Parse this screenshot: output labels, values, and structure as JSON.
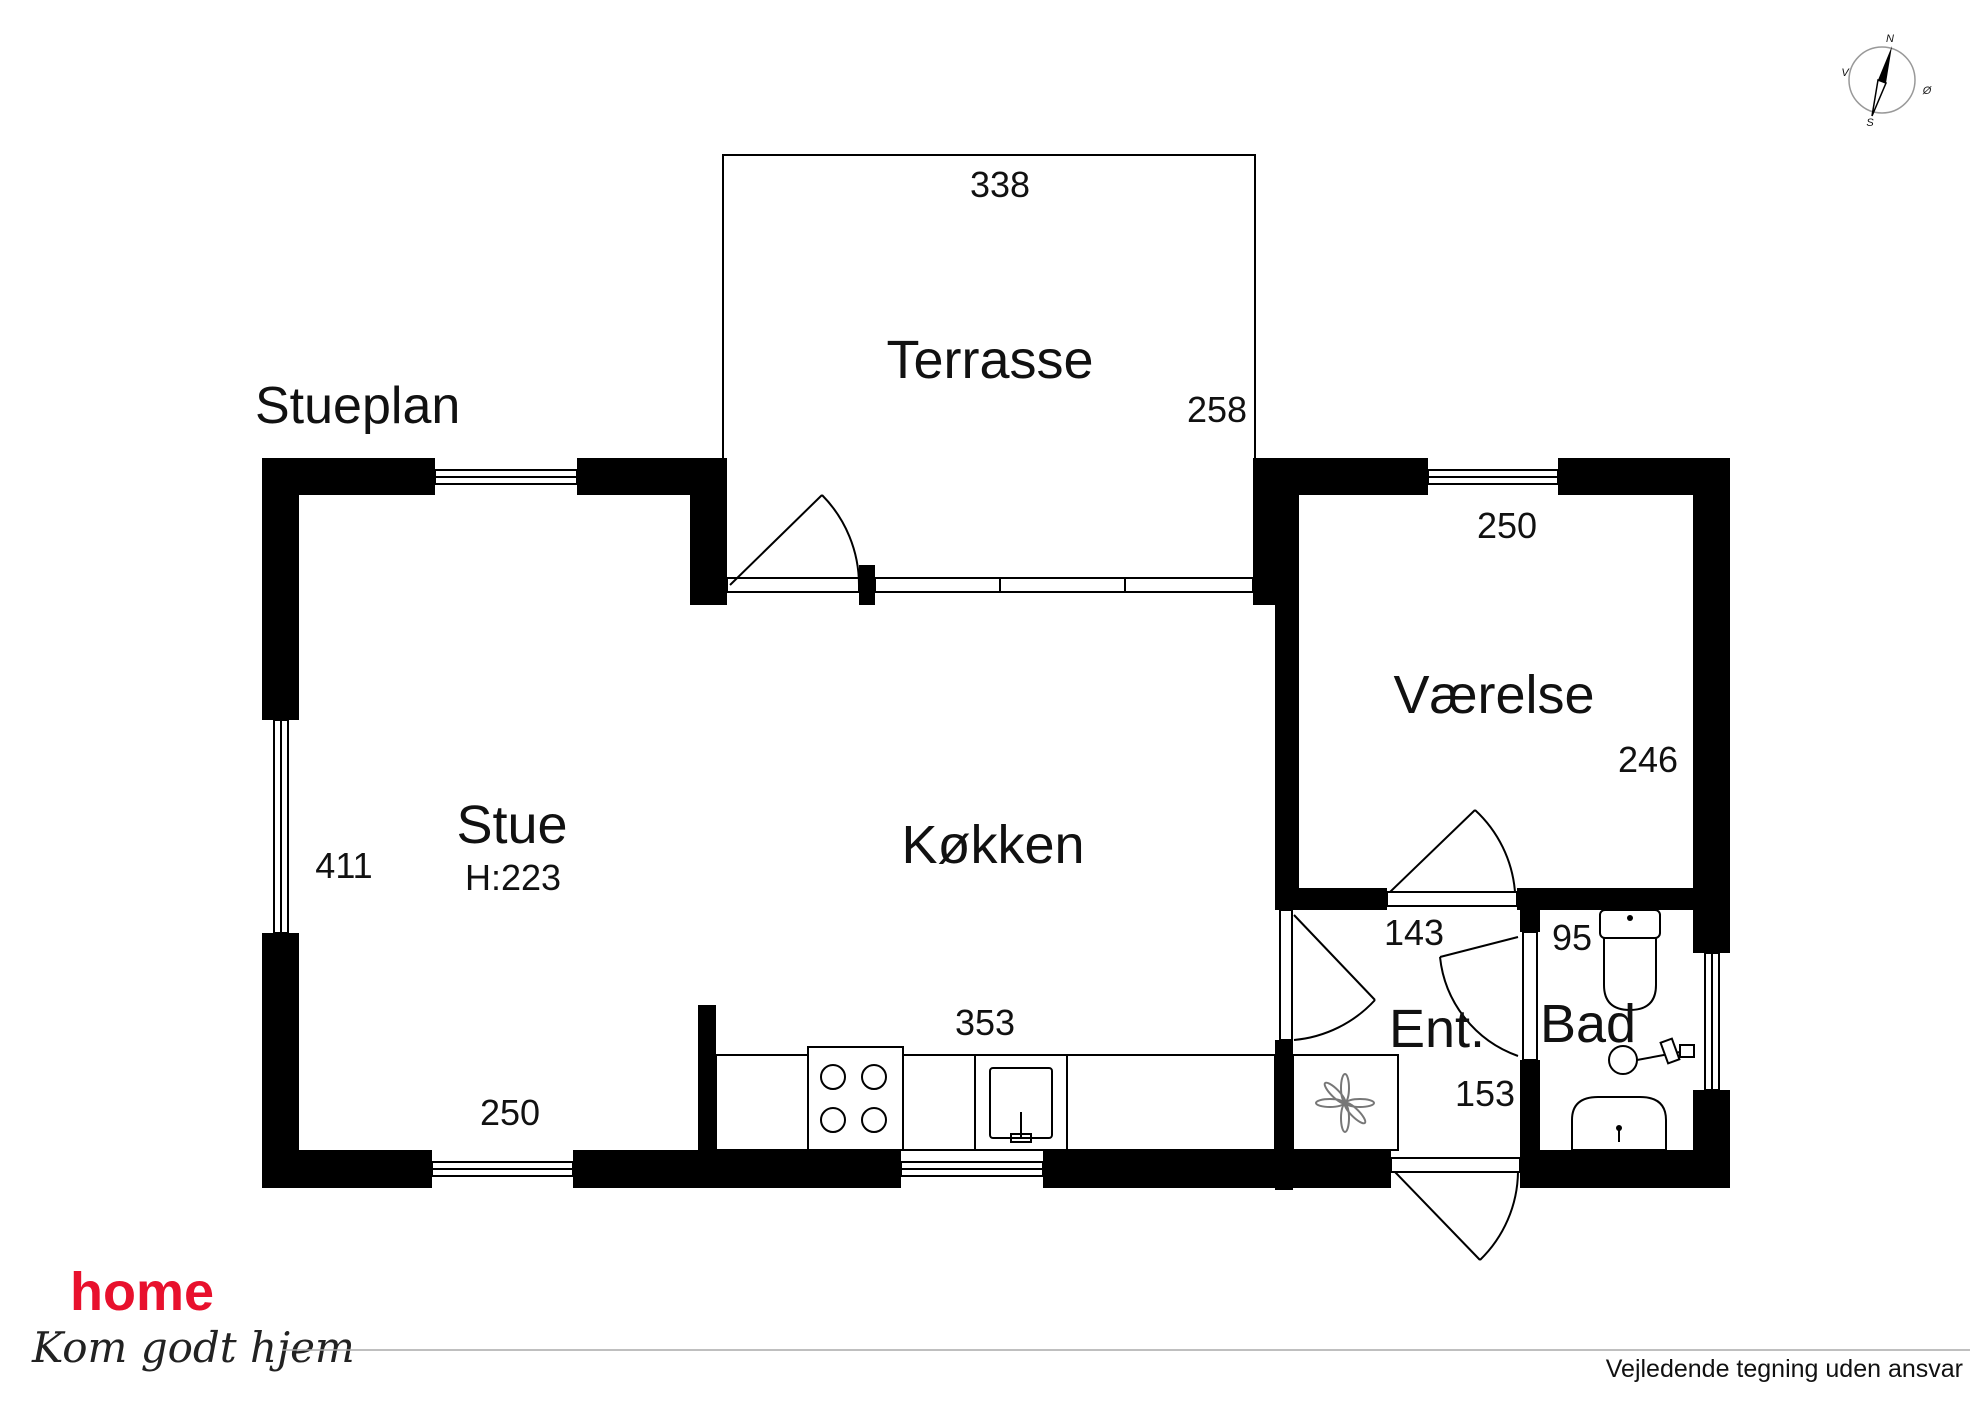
{
  "plan_title": "Stueplan",
  "rooms": {
    "terrasse": {
      "name": "Terrasse",
      "width": "338",
      "depth": "258"
    },
    "stue": {
      "name": "Stue",
      "height": "H:223",
      "depth": "411",
      "width": "250"
    },
    "kokken": {
      "name": "Køkken",
      "width": "353"
    },
    "vaerelse": {
      "name": "Værelse",
      "width": "250",
      "depth": "246"
    },
    "entre": {
      "name": "Ent.",
      "width": "143",
      "depth": "153"
    },
    "bad": {
      "name": "Bad",
      "width": "95"
    }
  },
  "compass": {
    "north": "N",
    "south": "S",
    "east": "Ø",
    "west": "V"
  },
  "logo": {
    "brand": "home",
    "tagline": "Kom godt hjem"
  },
  "disclaimer": "Vejledende tegning uden ansvar",
  "icons": [
    "compass-icon",
    "door-swing-icon",
    "window-icon",
    "stove-icon",
    "kitchen-sink-icon",
    "fan-icon",
    "toilet-icon",
    "washbasin-icon",
    "shower-icon"
  ],
  "colors": {
    "wall": "#000000",
    "brand": "#e8112d",
    "background": "#ffffff"
  }
}
